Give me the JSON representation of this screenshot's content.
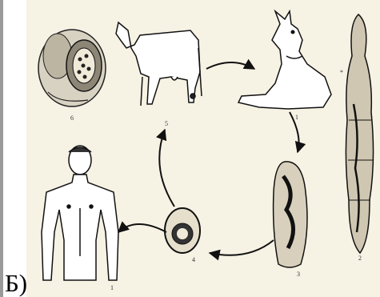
{
  "figure": {
    "caption_label": "Б)",
    "background_color": "#f6f2e4",
    "stages": [
      {
        "id": "liver",
        "number": "6"
      },
      {
        "id": "cow",
        "number": "5"
      },
      {
        "id": "dog",
        "number": "1"
      },
      {
        "id": "tapeworm",
        "number": "2"
      },
      {
        "id": "proglottid",
        "number": "3"
      },
      {
        "id": "egg",
        "number": "4"
      },
      {
        "id": "human",
        "number": "1"
      }
    ],
    "dog_corner_mark": "*"
  }
}
